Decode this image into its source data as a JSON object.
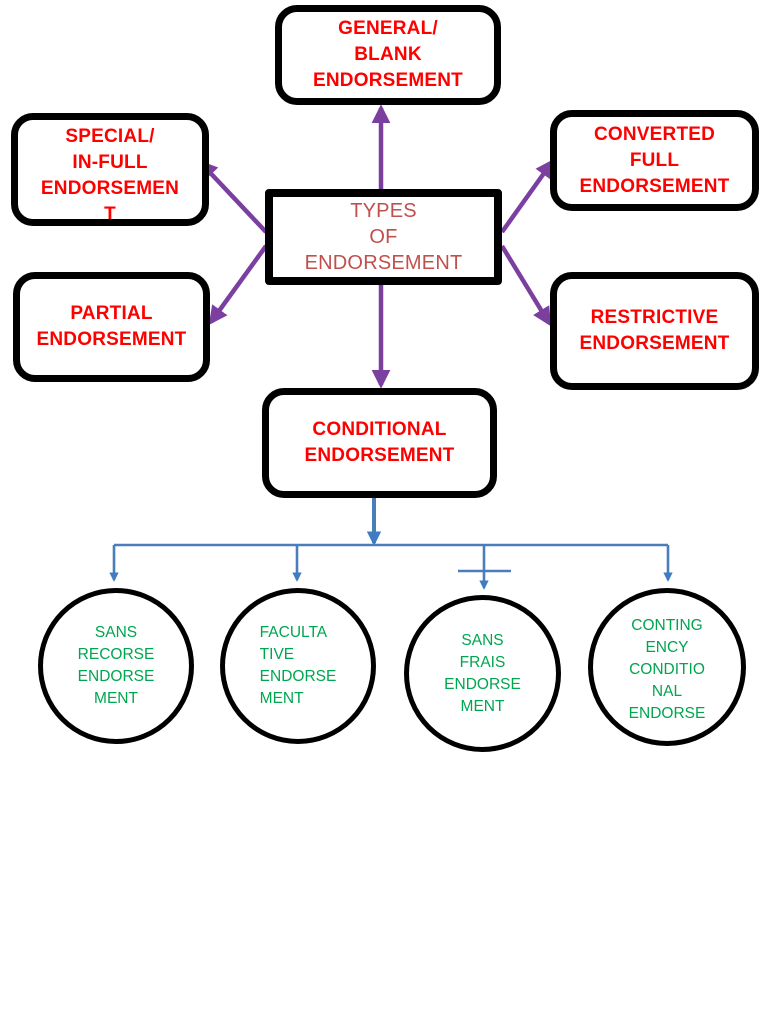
{
  "diagram": {
    "title": "Types of Endorsement",
    "colors": {
      "node_border": "#000000",
      "node_text": "#ff0000",
      "center_text": "#c0504d",
      "circle_text": "#00a550",
      "radial_arrow": "#7b3fa0",
      "tree_connector": "#4a7ebb",
      "background": "#ffffff"
    },
    "center": {
      "label": "TYPES\nOF\nENDORSEMENT"
    },
    "branches": [
      {
        "id": "general-blank",
        "label": "GENERAL/\nBLANK\nENDORSEMENT",
        "direction": "up"
      },
      {
        "id": "special-in-full",
        "label": "SPECIAL/\nIN-FULL\nENDORSEMEN\nT",
        "direction": "up-left"
      },
      {
        "id": "partial",
        "label": "PARTIAL\nENDORSEMENT",
        "direction": "down-left"
      },
      {
        "id": "converted-full",
        "label": "CONVERTED\nFULL\nENDORSEMENT",
        "direction": "up-right"
      },
      {
        "id": "restrictive",
        "label": "RESTRICTIVE\nENDORSEMENT",
        "direction": "down-right"
      },
      {
        "id": "conditional",
        "label": "CONDITIONAL\nENDORSEMENT",
        "direction": "down"
      }
    ],
    "conditional_children": [
      {
        "id": "sans-recorse",
        "label": "SANS\nRECORSE\nENDORSE\nMENT"
      },
      {
        "id": "facultative",
        "label": "FACULTA\nTIVE\nENDORSE\nMENT"
      },
      {
        "id": "sans-frais",
        "label": "SANS\nFRAIS\nENDORSE\nMENT"
      },
      {
        "id": "contingency",
        "label": "CONTING\nENCY\nCONDITIO\nNAL\nENDORSE"
      }
    ]
  }
}
